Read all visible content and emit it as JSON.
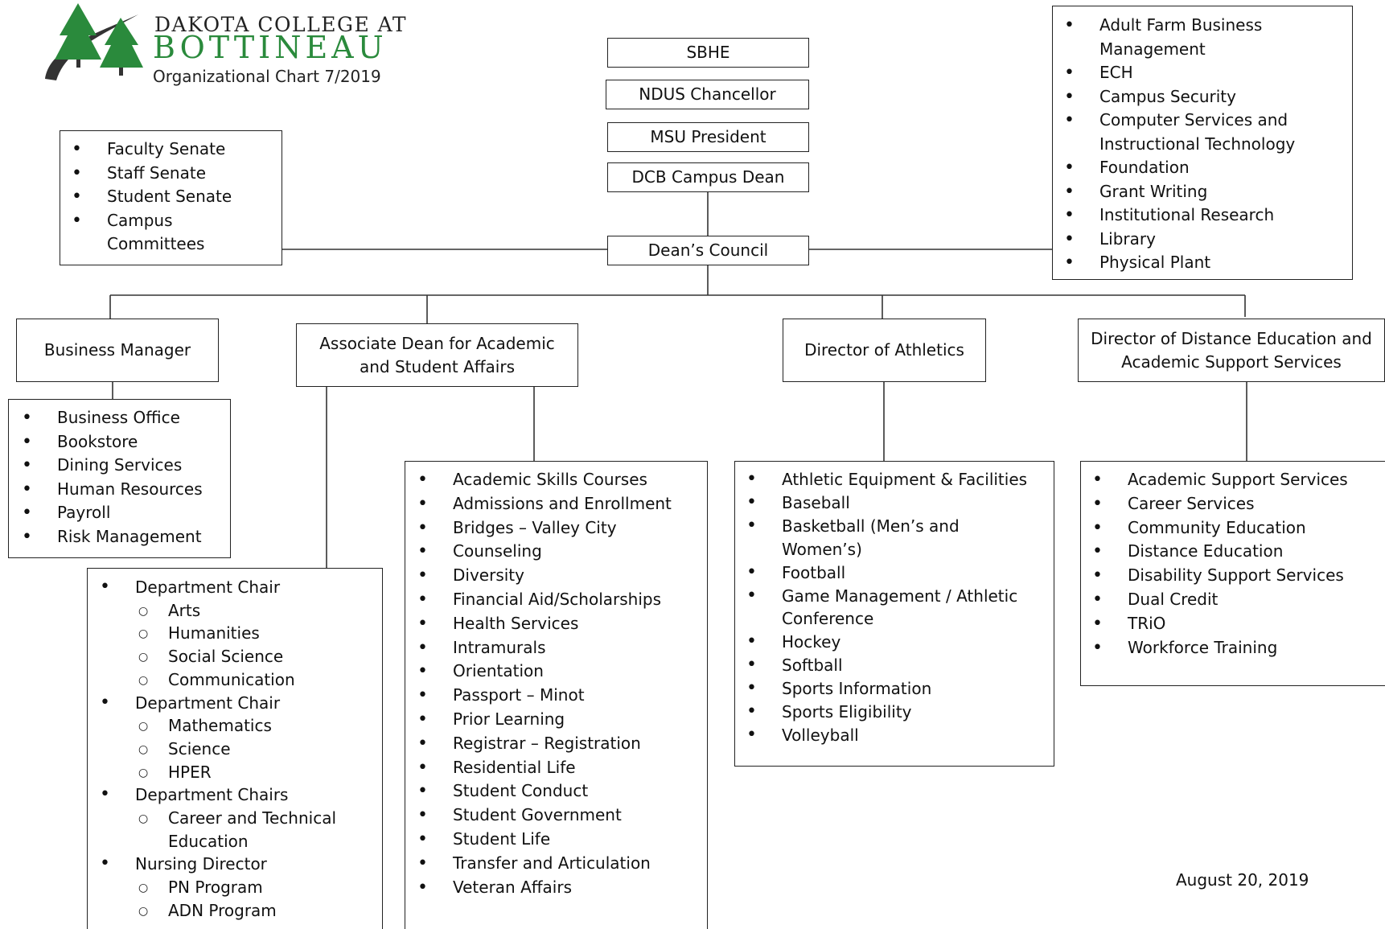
{
  "header": {
    "college_line1": "DAKOTA COLLEGE AT",
    "college_line2": "BOTTINEAU",
    "chart_title": "Organizational Chart 7/2019"
  },
  "chain": [
    "SBHE",
    "NDUS Chancellor",
    "MSU President",
    "DCB Campus Dean",
    "Dean’s Council"
  ],
  "governance": [
    "Faculty Senate",
    "Staff Senate",
    "Student Senate",
    "Campus Committees"
  ],
  "dean_units": [
    "Adult Farm Business Management",
    "ECH",
    "Campus Security",
    "Computer Services and Instructional Technology",
    "Foundation",
    "Grant Writing",
    "Institutional Research",
    "Library",
    "Physical Plant"
  ],
  "business_manager": {
    "title": "Business Manager",
    "items": [
      "Business Office",
      "Bookstore",
      "Dining Services",
      "Human Resources",
      "Payroll",
      "Risk Management"
    ]
  },
  "assoc_dean": {
    "title": "Associate Dean for Academic and Student Affairs",
    "items": [
      "Academic Skills Courses",
      "Admissions and Enrollment",
      "Bridges – Valley City",
      "Counseling",
      "Diversity",
      "Financial Aid/Scholarships",
      "Health Services",
      "Intramurals",
      "Orientation",
      "Passport – Minot",
      "Prior Learning",
      "Registrar – Registration",
      "Residential Life",
      "Student Conduct",
      "Student Government",
      "Student Life",
      "Transfer and Articulation",
      "Veteran Affairs"
    ],
    "departments": [
      {
        "label": "Department Chair",
        "subs": [
          "Arts",
          "Humanities",
          "Social Science",
          "Communication"
        ]
      },
      {
        "label": "Department Chair",
        "subs": [
          "Mathematics",
          "Science",
          "HPER"
        ]
      },
      {
        "label": "Department Chairs",
        "subs": [
          "Career and Technical Education"
        ]
      },
      {
        "label": "Nursing Director",
        "subs": [
          "PN Program",
          "ADN Program"
        ]
      }
    ]
  },
  "athletics": {
    "title": "Director of Athletics",
    "items": [
      "Athletic Equipment & Facilities",
      "Baseball",
      "Basketball (Men’s and Women’s)",
      "Football",
      "Game Management / Athletic Conference",
      "Hockey",
      "Softball",
      "Sports Information",
      "Sports Eligibility",
      "Volleyball"
    ]
  },
  "distance_ed": {
    "title": "Director of Distance Education and Academic Support Services",
    "items": [
      "Academic Support Services",
      "Career Services",
      "Community Education",
      "Distance Education",
      "Disability Support Services",
      "Dual Credit",
      "TRiO",
      "Workforce Training"
    ]
  },
  "footer": {
    "date": "August 20, 2019"
  },
  "colors": {
    "logo_green": "#2a8a3c",
    "line": "#222222"
  }
}
